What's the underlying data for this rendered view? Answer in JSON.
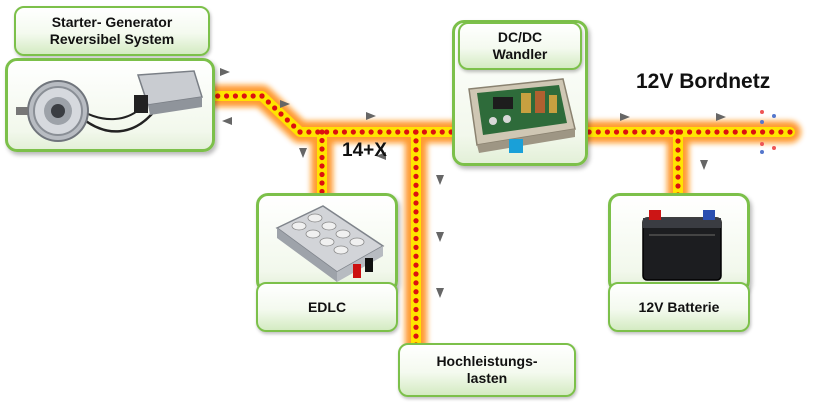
{
  "components": {
    "starter_generator": {
      "label": "Starter- Generator\nReversibel System",
      "icon": "starter-generator-photo"
    },
    "dcdc": {
      "label": "DC/DC\nWandler",
      "icon": "dcdc-converter-photo"
    },
    "edlc": {
      "label": "EDLC",
      "icon": "edlc-capacitor-photo"
    },
    "battery": {
      "label": "12V Batterie",
      "icon": "battery-photo"
    },
    "loads": {
      "label": "Hochleistungs-\nlasten"
    }
  },
  "bus": {
    "high_voltage_label": "14+X",
    "low_voltage_label": "12V Bordnetz"
  },
  "colors": {
    "box_border": "#7cc04a",
    "bus_core": "#ffe000",
    "bus_glow": "#ff8000",
    "bus_dot": "#dd1010",
    "arrow": "#666666"
  }
}
